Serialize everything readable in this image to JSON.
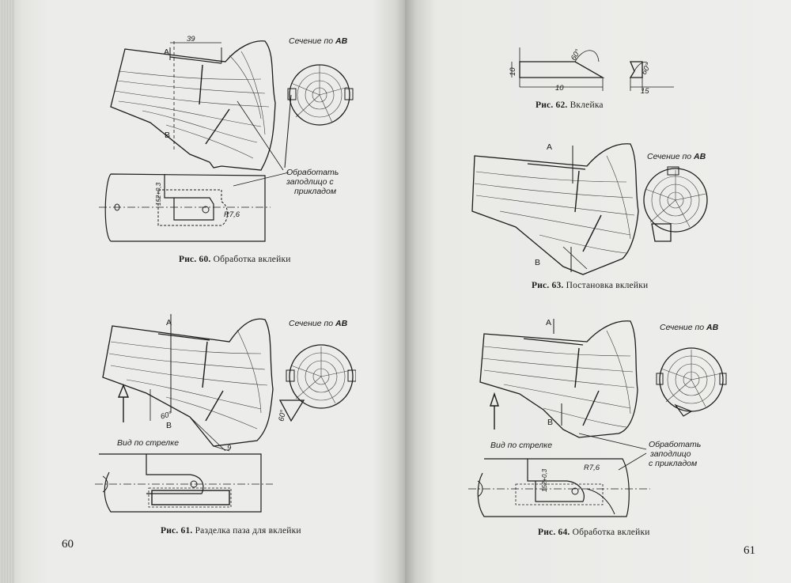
{
  "pages": {
    "left": {
      "number": "60"
    },
    "right": {
      "number": "61"
    }
  },
  "fig60": {
    "caption_prefix": "Рис. 60.",
    "caption_text": "Обработка вклейки",
    "section_label": "Сечение по",
    "section_letters": "АВ",
    "dim_width": "39",
    "label_a": "А",
    "label_b": "В",
    "note": [
      "Обработать",
      "заподлицо с",
      "прикладом"
    ],
    "dim_radius": "R7,6",
    "dim_vertical": "152+0,3"
  },
  "fig61": {
    "caption_prefix": "Рис. 61.",
    "caption_text": "Разделка паза для вклейки",
    "section_label": "Сечение по",
    "section_letters": "АВ",
    "label_a": "А",
    "label_b": "В",
    "angle_1": "60°",
    "angle_2": "60°",
    "dim_9": "9",
    "arrow_view": "Вид по стрелке"
  },
  "fig62": {
    "caption_prefix": "Рис. 62.",
    "caption_text": "Вклейка",
    "dim_height": "10",
    "dim_length": "10",
    "dim_angle_1": "60°",
    "dim_angle_2": "60°",
    "dim_depth": "15"
  },
  "fig63": {
    "caption_prefix": "Рис. 63.",
    "caption_text": "Постановка вклейки",
    "section_label": "Сечение по",
    "section_letters": "АВ",
    "label_a": "А",
    "label_b": "В"
  },
  "fig64": {
    "caption_prefix": "Рис. 64.",
    "caption_text": "Обработка вклейки",
    "section_label": "Сечение по",
    "section_letters": "АВ",
    "label_a": "А",
    "label_b": "В",
    "arrow_view": "Вид по стрелке",
    "note": [
      "Обработать",
      "заподлицо",
      "с прикладом"
    ],
    "dim_radius": "R7,6",
    "dim_vertical": "152+0,3"
  }
}
